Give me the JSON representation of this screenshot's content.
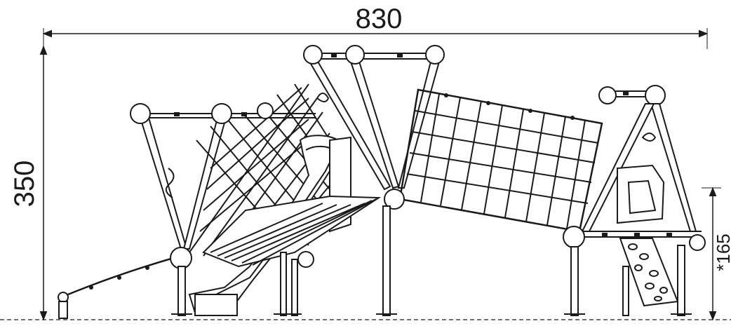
{
  "dimensions": {
    "overall_width": "830",
    "overall_height": "350",
    "platform_height": "*165"
  },
  "colors": {
    "line": "#1a1a1a",
    "background": "#ffffff"
  }
}
